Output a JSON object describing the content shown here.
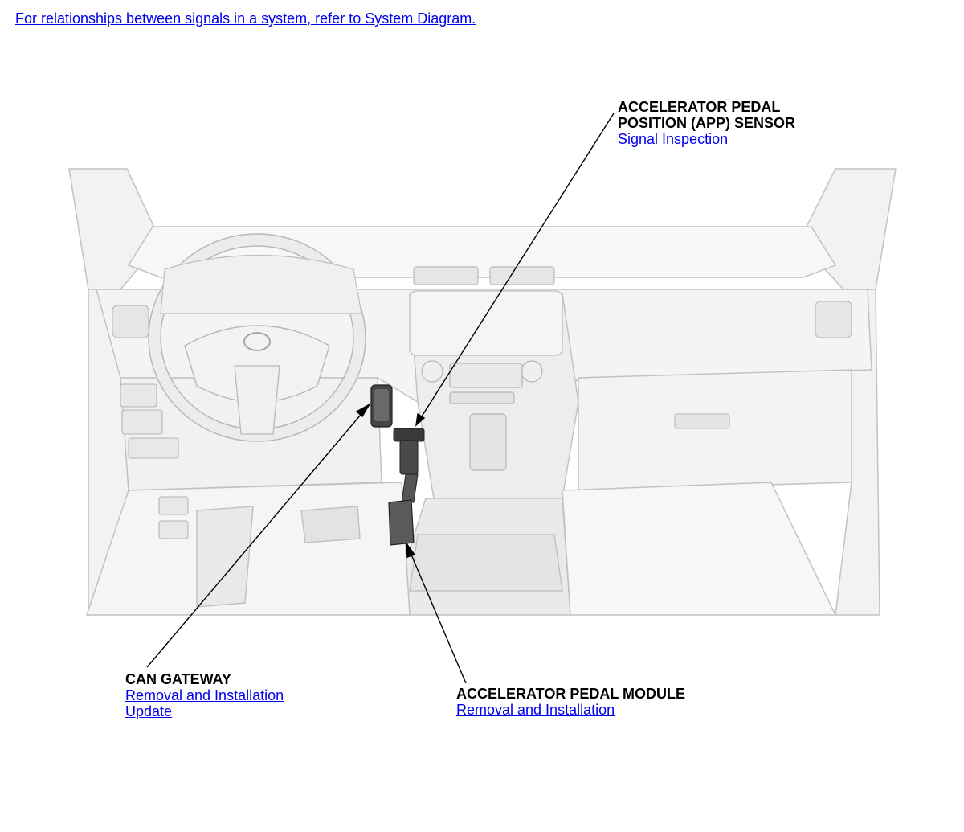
{
  "top_link": "For relationships between signals in a system, refer to System Diagram.",
  "callouts": {
    "app_sensor": {
      "title_line1": "ACCELERATOR PEDAL",
      "title_line2": "POSITION (APP) SENSOR",
      "links": [
        "Signal Inspection"
      ]
    },
    "can_gateway": {
      "title": "CAN GATEWAY",
      "links": [
        "Removal and Installation",
        "Update"
      ]
    },
    "pedal_module": {
      "title": "ACCELERATOR PEDAL MODULE",
      "links": [
        "Removal and Installation"
      ]
    }
  },
  "colors": {
    "link": "#0000ee",
    "illustration_stroke": "#b9b9b9",
    "illustration_fill": "#f1f1f1",
    "component_dark": "#3a3a3a"
  }
}
